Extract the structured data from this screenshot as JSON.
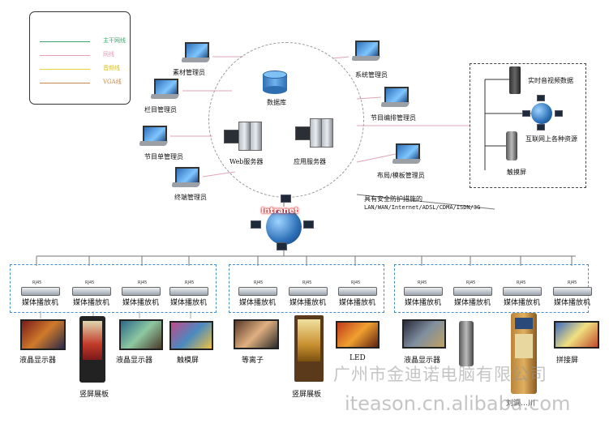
{
  "legend": {
    "items": [
      {
        "label": "主干网线",
        "color": "#3aa86b"
      },
      {
        "label": "网线",
        "color": "#e89ab0"
      },
      {
        "label": "音频线",
        "color": "#e6d23a"
      },
      {
        "label": "VGA线",
        "color": "#c98a4a"
      }
    ]
  },
  "nodes": {
    "material_admin": "素材管理员",
    "column_admin": "栏目管理员",
    "program_admin": "节目单管理员",
    "terminal_admin": "终端管理员",
    "system_admin": "系统管理员",
    "schedule_admin": "节目编排管理员",
    "layout_admin": "布局/模板管理员",
    "database": "数据库",
    "web_server": "Web服务器",
    "app_server": "应用服务器",
    "intranet": "Intranet",
    "security_line1": "具有安全防护措施的",
    "security_line2": "LAN/WAN/Internet/ADSL/CDMA/ISDN/3G"
  },
  "right_panel": {
    "realtime": "实时音视频数据",
    "internet_resources": "互联网上各种资源",
    "touch_screen": "触摸屏"
  },
  "players": {
    "rj45": "RJ45",
    "label": "媒体播放机"
  },
  "displays": {
    "lcd1": "液晶显示器",
    "vertical1": "竖屏展板",
    "lcd2": "液晶显示器",
    "touch": "触模屏",
    "plasma": "等离子",
    "vertical2": "竖屏展板",
    "led": "LED",
    "lcd3": "液晶显示器",
    "kiosk_partial": "刘调…川",
    "splice": "拼接屏"
  },
  "watermark": {
    "company": "广州市金迪诺电脑有限公司",
    "site": "iteason.cn.alibaba.com"
  }
}
